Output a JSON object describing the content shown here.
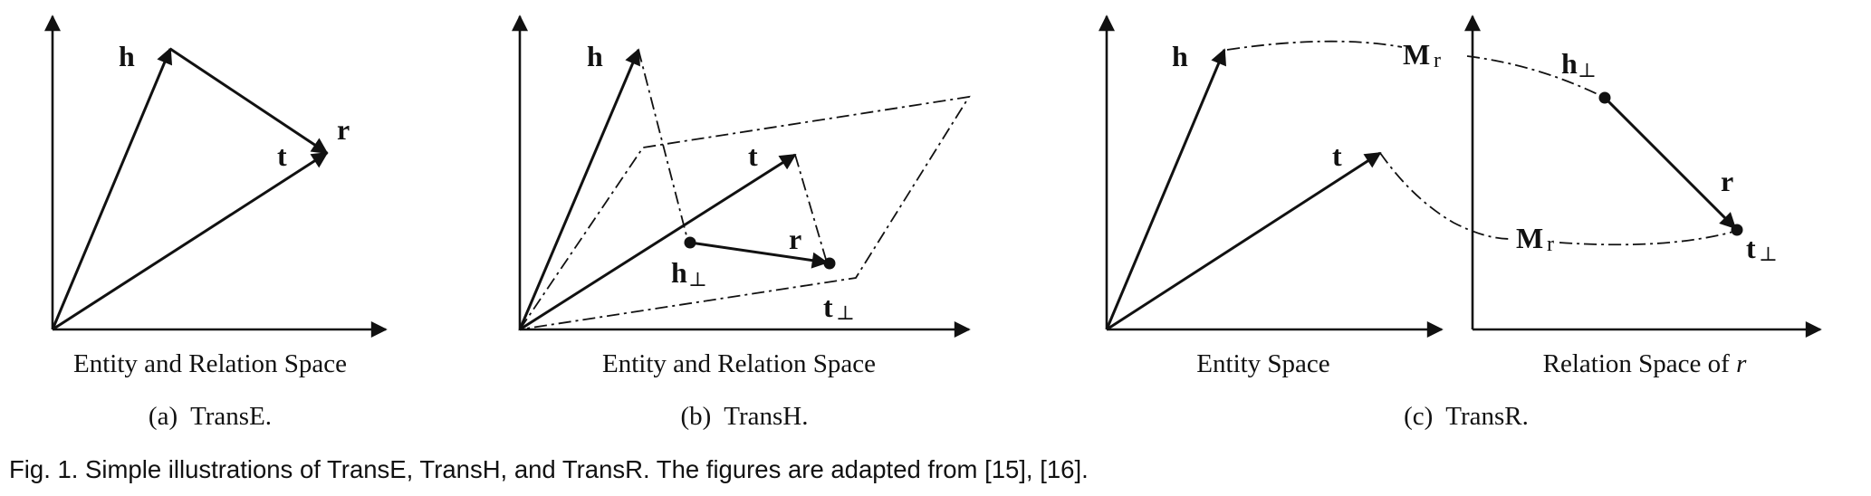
{
  "panels": {
    "transe": {
      "labels": {
        "h": "h",
        "t": "t",
        "r": "r"
      },
      "space_label": "Entity and Relation Space",
      "caption": "(a)  TransE."
    },
    "transh": {
      "labels": {
        "h": "h",
        "t": "t",
        "r": "r",
        "h_perp": "h",
        "t_perp": "t",
        "perp": "⊥"
      },
      "space_label": "Entity and Relation Space",
      "caption": "(b)  TransH."
    },
    "transr": {
      "labels": {
        "h": "h",
        "t": "t",
        "r": "r",
        "m": "M",
        "m_sub": "r",
        "h_perp": "h",
        "t_perp": "t",
        "perp": "⊥"
      },
      "entity_space_label": "Entity Space",
      "relation_space_label_prefix": "Relation Space of ",
      "relation_space_label_var": "r",
      "caption": "(c)  TransR."
    }
  },
  "figure_caption": "Fig. 1. Simple illustrations of TransE, TransH, and TransR. The figures are adapted from [15], [16]."
}
